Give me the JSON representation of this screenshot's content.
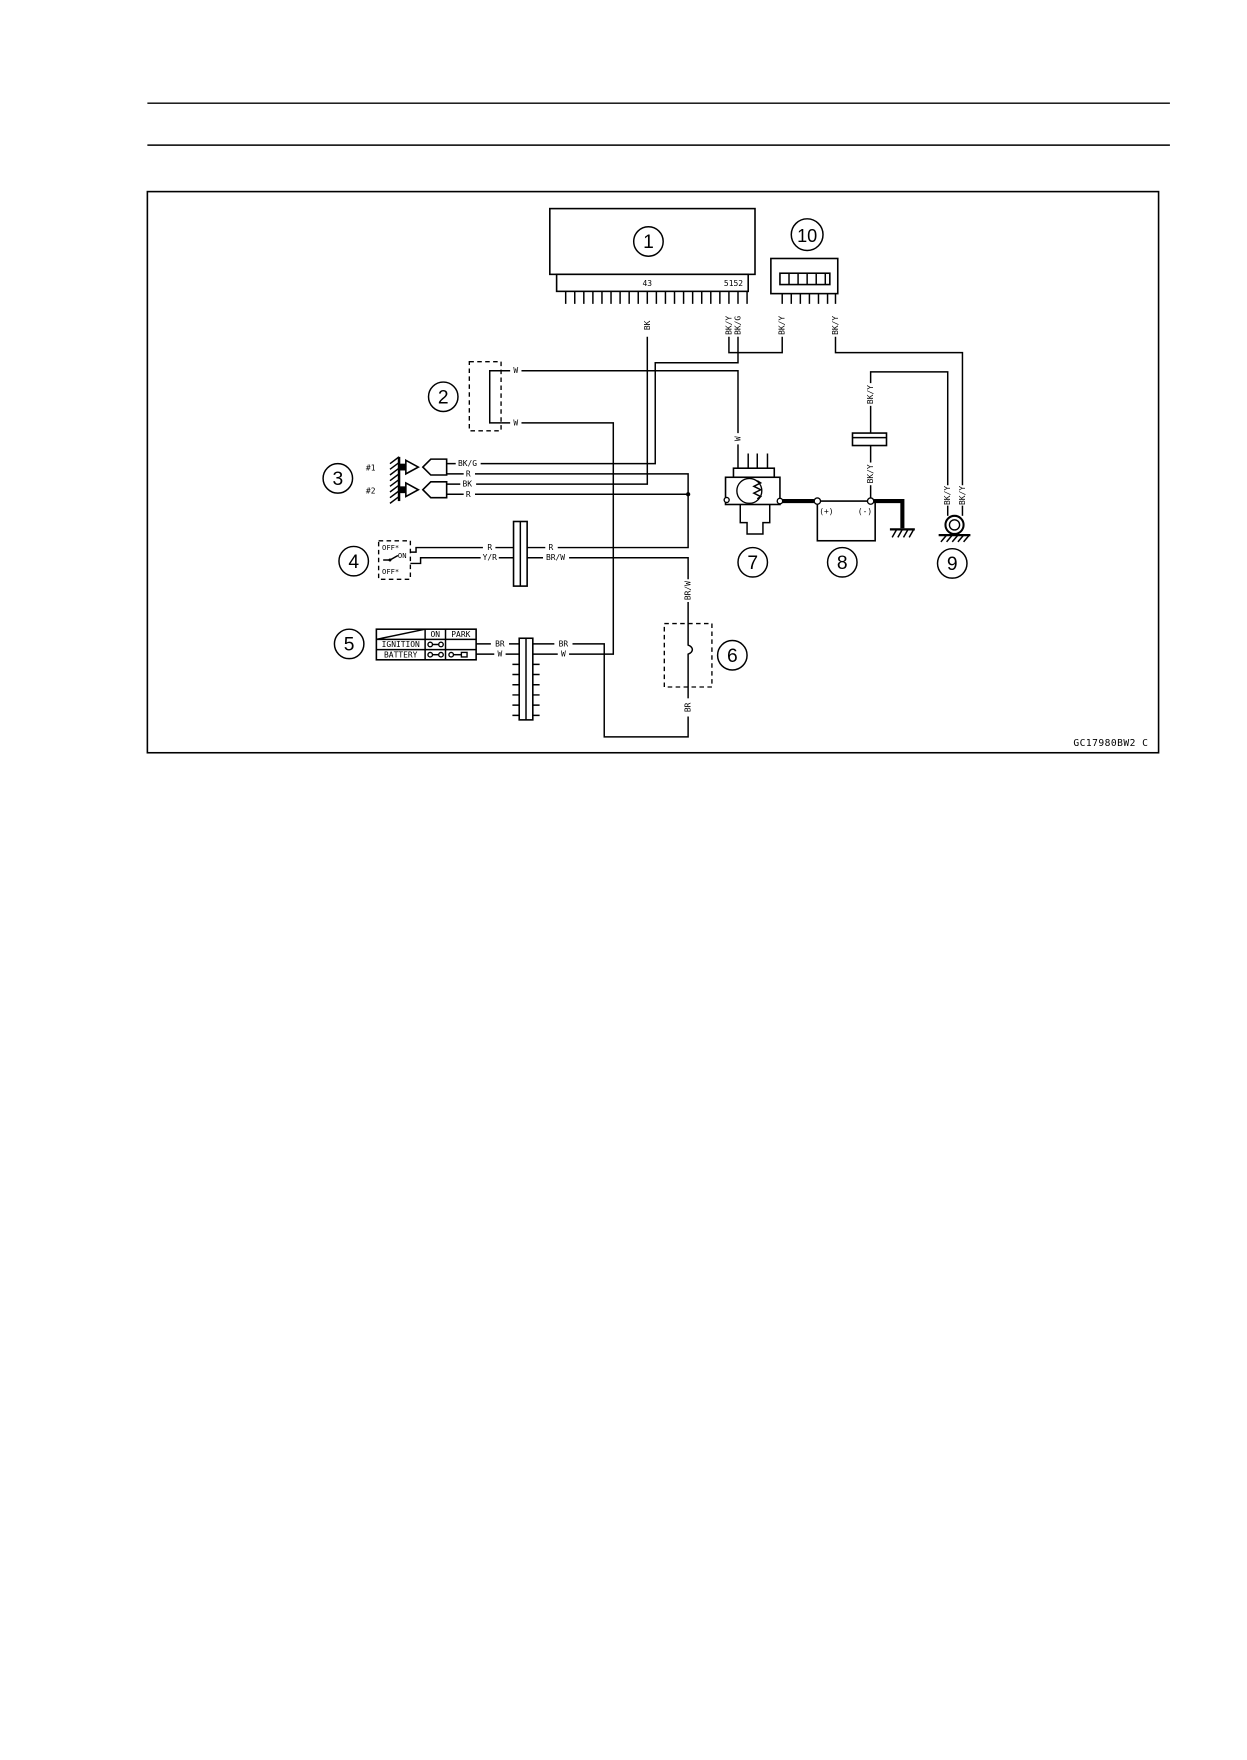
{
  "diagram": {
    "callouts": {
      "c1": "1",
      "c2": "2",
      "c3": "3",
      "c4": "4",
      "c5": "5",
      "c6": "6",
      "c7": "7",
      "c8": "8",
      "c9": "9",
      "c10": "10"
    },
    "component_1": {
      "pin_43": "43",
      "pin_51_52": "5152",
      "wire_bk": "BK",
      "wire_bk_y": "BK/Y",
      "wire_bk_g": "BK/G"
    },
    "component_10": {
      "wire_left": "BK/Y",
      "wire_right": "BK/Y"
    },
    "component_2": {
      "wire_top": "W",
      "wire_bottom": "W"
    },
    "component_3": {
      "unit_1": "#1",
      "unit_2": "#2",
      "wires": [
        "BK/G",
        "R",
        "BK",
        "R"
      ]
    },
    "component_4": {
      "position_top": "OFF*",
      "position_middle": "ON",
      "position_bottom": "OFF*",
      "left_wires": [
        "R",
        "Y/R"
      ],
      "right_wires": [
        "R",
        "BR/W"
      ]
    },
    "component_5": {
      "header_on": "ON",
      "header_park": "PARK",
      "row_ignition": "IGNITION",
      "row_battery": "BATTERY",
      "left_wires": [
        "BR",
        "W"
      ],
      "right_wires": [
        "BR",
        "W"
      ]
    },
    "component_6": {
      "wire_in": "BR/W",
      "wire_out": "BR"
    },
    "component_7": {
      "wire_in": "W"
    },
    "component_8": {
      "positive": "(+)",
      "negative": "(-)",
      "wire_lower": "BK/Y",
      "wire_upper": "BK/Y"
    },
    "component_9": {
      "wire_left": "BK/Y",
      "wire_right": "BK/Y"
    }
  },
  "figure_code": "GC17980BW2 C"
}
